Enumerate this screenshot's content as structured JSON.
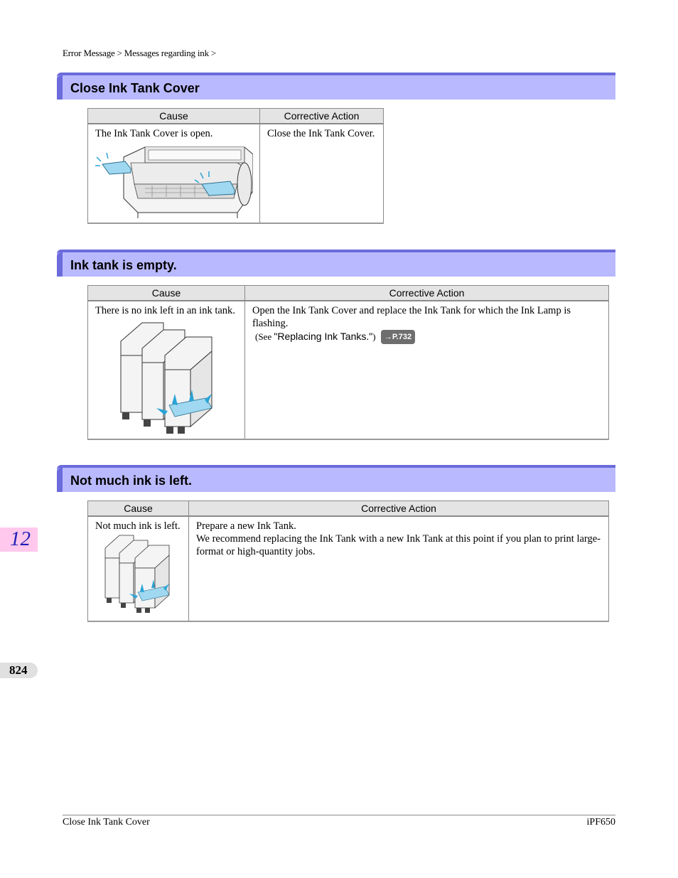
{
  "breadcrumb": "Error Message > Messages regarding ink >",
  "sections": [
    {
      "title": "Close Ink Tank Cover",
      "header_cause": "Cause",
      "header_action": "Corrective Action",
      "cause": "The Ink Tank Cover is open.",
      "action": "Close the Ink Tank Cover."
    },
    {
      "title": "Ink tank is empty.",
      "header_cause": "Cause",
      "header_action": "Corrective Action",
      "cause": "There is no ink left in an ink tank.",
      "action": "Open the Ink Tank Cover and replace the Ink Tank for which the Ink Lamp is flashing.",
      "see_prefix": "(See ",
      "see_link": "\"Replacing Ink Tanks.\"",
      "see_suffix": ")",
      "page_ref": "→P.732"
    },
    {
      "title": "Not much ink is left.",
      "header_cause": "Cause",
      "header_action": "Corrective Action",
      "cause": "Not much ink is left.",
      "action_line1": "Prepare a new Ink Tank.",
      "action_line2": "We recommend replacing the Ink Tank with a new Ink Tank at this point if you plan to print large-format or high-quantity jobs."
    }
  ],
  "chapter_tab": "12",
  "page_number": "824",
  "footer": {
    "left": "Close Ink Tank Cover",
    "right": "iPF650"
  },
  "colors": {
    "section_bg": "#b9b9ff",
    "section_bar": "#6b6bdc",
    "chapter_tab_bg": "#ffc8ec",
    "chapter_tab_text": "#2020b8",
    "ink_highlight": "#9fd8f0"
  }
}
